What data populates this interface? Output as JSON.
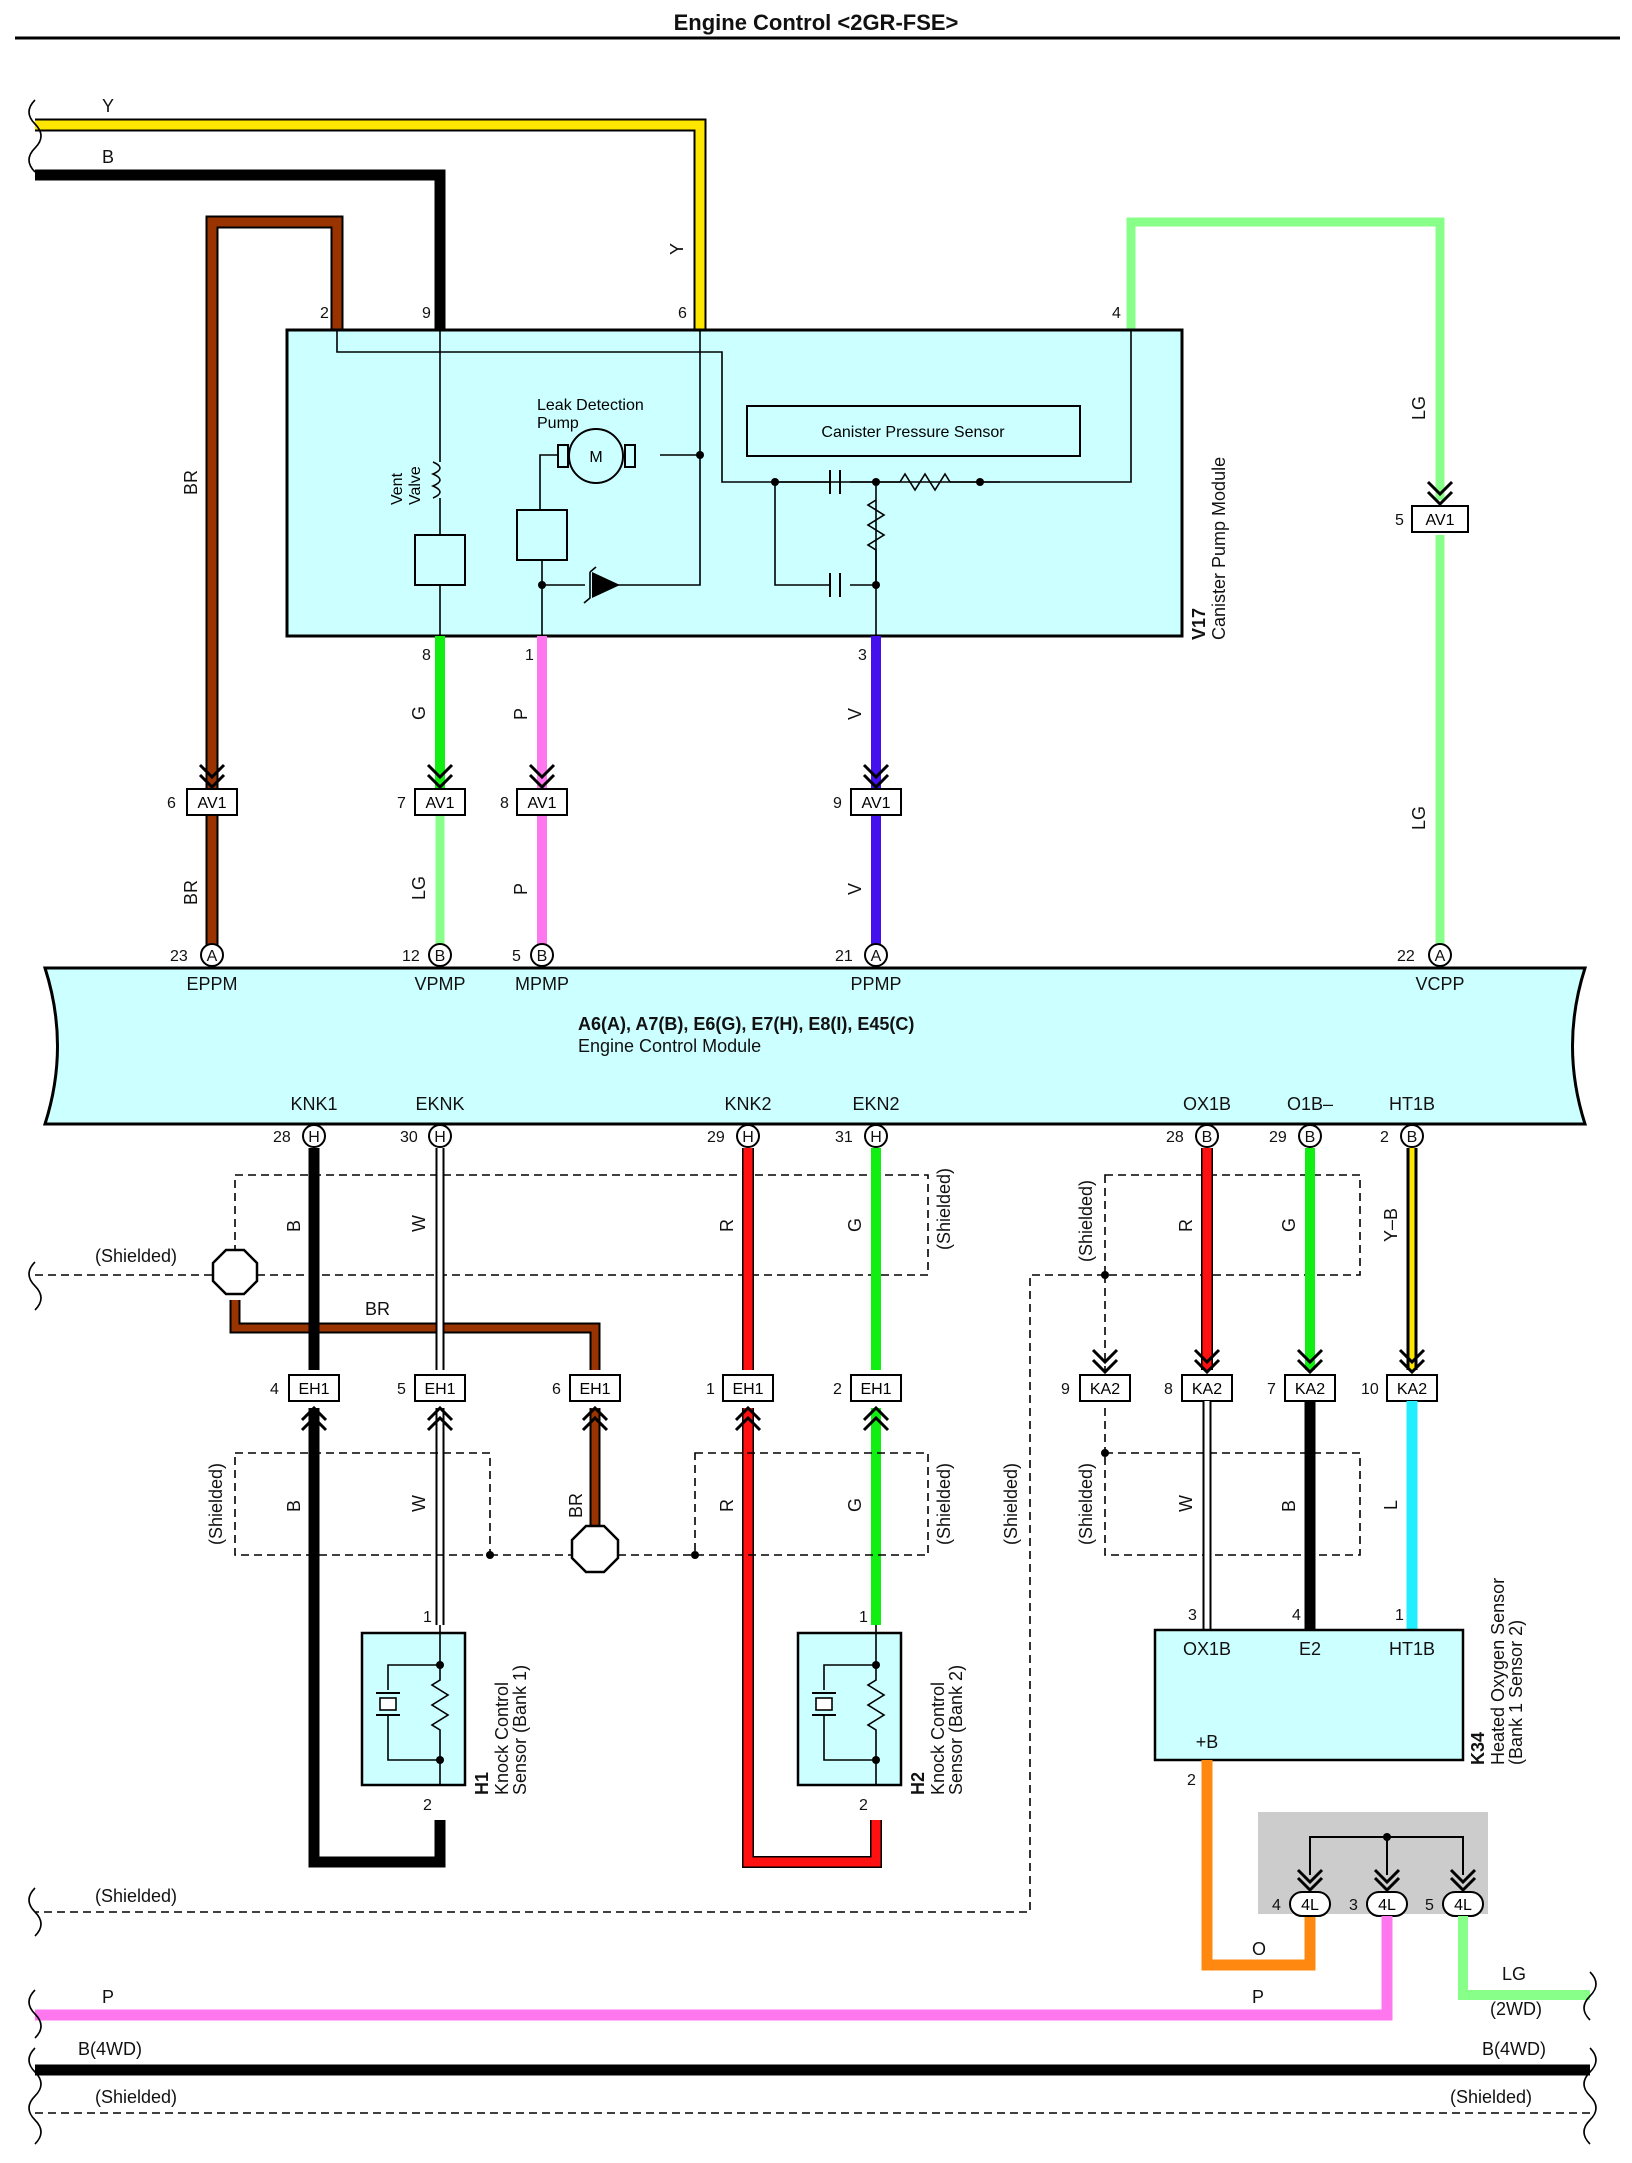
{
  "title": "Engine Control <2GR-FSE>",
  "colors": {
    "Y": "#ffe600",
    "B": "#000000",
    "BR": "#993300",
    "LG": "#88ff88",
    "G": "#11ee11",
    "P": "#ff77ee",
    "V": "#4411ee",
    "R": "#ff1111",
    "W": "#ffffff",
    "L": "#22eeff",
    "O": "#ff8811",
    "module_fill": "#ccffff"
  },
  "wire_labels": {
    "top_y": "Y",
    "top_b": "B",
    "y_vert": "Y",
    "br_upper": "BR",
    "br_lower": "BR",
    "lg_upper": "LG",
    "lg_lower": "LG",
    "g_v17": "G",
    "lg_vpmp": "LG",
    "p_v17": "P",
    "p_mpmp": "P",
    "v_v17": "V",
    "v_ppmp": "V",
    "b_knk1": "B",
    "w_eknk": "W",
    "r_knk2": "R",
    "g_ekn2": "G",
    "r_ox1b": "R",
    "g_o1b": "G",
    "yb_ht1b": "Y–B",
    "br_shield": "BR",
    "b_knk1_low": "B",
    "w_eknk_low": "W",
    "br_mid": "BR",
    "r_knk2_low": "R",
    "g_ekn2_low": "G",
    "w_ka2": "W",
    "b_ka2": "B",
    "l_ka2": "L",
    "o_bottom": "O",
    "p_bottom_left": "P",
    "p_bottom_right": "P",
    "lg_bottom": "LG",
    "lg_2wd": "(2WD)",
    "b4wd_left": "B(4WD)",
    "b4wd_right": "B(4WD)"
  },
  "shielded_labels": {
    "left_top": "(Shielded)",
    "right_knk2": "(Shielded)",
    "ka2_upper": "(Shielded)",
    "ka2_lower": "(Shielded)",
    "eh1_left": "(Shielded)",
    "eh1_right": "(Shielded)",
    "vertical_long": "(Shielded)",
    "bottom_mid": "(Shielded)",
    "bottom_left": "(Shielded)",
    "bottom_right": "(Shielded)"
  },
  "v17": {
    "code": "V17",
    "name": "Canister Pump Module",
    "canister_sensor": "Canister Pressure Sensor",
    "leak_pump_line1": "Leak Detection",
    "leak_pump_line2": "Pump",
    "vent_line1": "Vent",
    "vent_line2": "Valve",
    "motor": "M",
    "pins": {
      "p2": "2",
      "p9": "9",
      "p6": "6",
      "p4": "4",
      "p8": "8",
      "p1": "1",
      "p3": "3"
    }
  },
  "connectors": {
    "av1": "AV1",
    "eh1": "EH1",
    "ka2": "KA2",
    "j4l": "4L",
    "av1_pins": [
      "6",
      "7",
      "8",
      "9",
      "5"
    ],
    "eh1_pins": [
      "4",
      "5",
      "6",
      "1",
      "2"
    ],
    "ka2_pins": [
      "9",
      "8",
      "7",
      "10"
    ],
    "j4l_pins": [
      "4",
      "3",
      "5"
    ]
  },
  "ecm": {
    "codes": "A6(A), A7(B), E6(G), E7(H), E8(I), E45(C)",
    "name": "Engine Control Module",
    "top_terminals": [
      {
        "pin": "23",
        "conn": "A",
        "name": "EPPM"
      },
      {
        "pin": "12",
        "conn": "B",
        "name": "VPMP"
      },
      {
        "pin": "5",
        "conn": "B",
        "name": "MPMP"
      },
      {
        "pin": "21",
        "conn": "A",
        "name": "PPMP"
      },
      {
        "pin": "22",
        "conn": "A",
        "name": "VCPP"
      }
    ],
    "bottom_terminals": [
      {
        "pin": "28",
        "conn": "H",
        "name": "KNK1"
      },
      {
        "pin": "30",
        "conn": "H",
        "name": "EKNK"
      },
      {
        "pin": "29",
        "conn": "H",
        "name": "KNK2"
      },
      {
        "pin": "31",
        "conn": "H",
        "name": "EKN2"
      },
      {
        "pin": "28",
        "conn": "B",
        "name": "OX1B"
      },
      {
        "pin": "29",
        "conn": "B",
        "name": "O1B–"
      },
      {
        "pin": "2",
        "conn": "B",
        "name": "HT1B"
      }
    ]
  },
  "h1": {
    "code": "H1",
    "line1": "Knock Control",
    "line2": "Sensor (Bank 1)",
    "pin_top": "1",
    "pin_bottom": "2"
  },
  "h2": {
    "code": "H2",
    "line1": "Knock Control",
    "line2": "Sensor (Bank 2)",
    "pin_top": "1",
    "pin_bottom": "2"
  },
  "k34": {
    "code": "K34",
    "line1": "Heated Oxygen Sensor",
    "line2": "(Bank 1 Sensor 2)",
    "term_ox1b": "OX1B",
    "term_e2": "E2",
    "term_ht1b": "HT1B",
    "term_b": "+B",
    "pin_3": "3",
    "pin_4": "4",
    "pin_1": "1",
    "pin_2": "2"
  }
}
